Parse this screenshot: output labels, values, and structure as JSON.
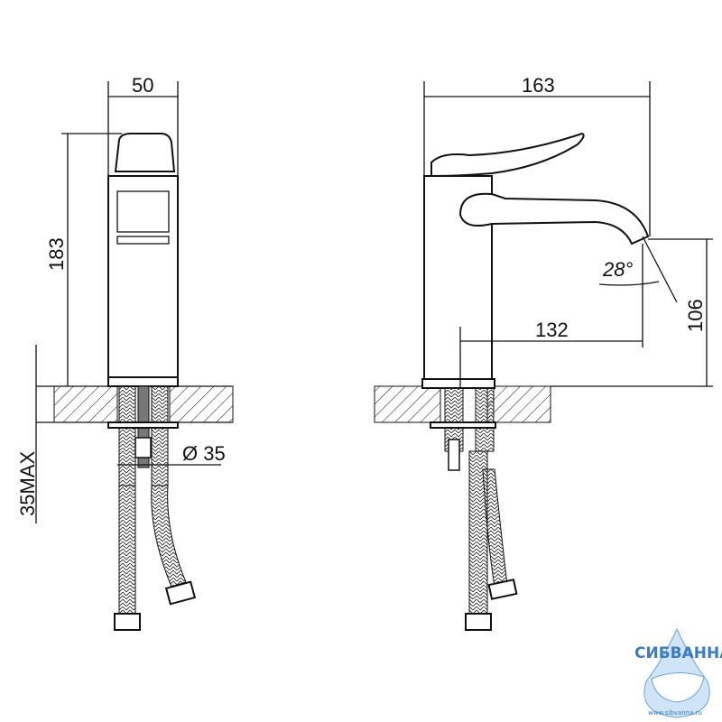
{
  "front_view": {
    "width_label": "50",
    "height_label": "183",
    "depth_label": "35MAX",
    "hole_label": "Ø 35"
  },
  "side_view": {
    "length_label": "163",
    "angle_label": "28°",
    "reach_label": "132",
    "spout_height_label": "106"
  },
  "logo": {
    "name": "СИБВАННА",
    "url": "www.sibvanna.ru"
  }
}
